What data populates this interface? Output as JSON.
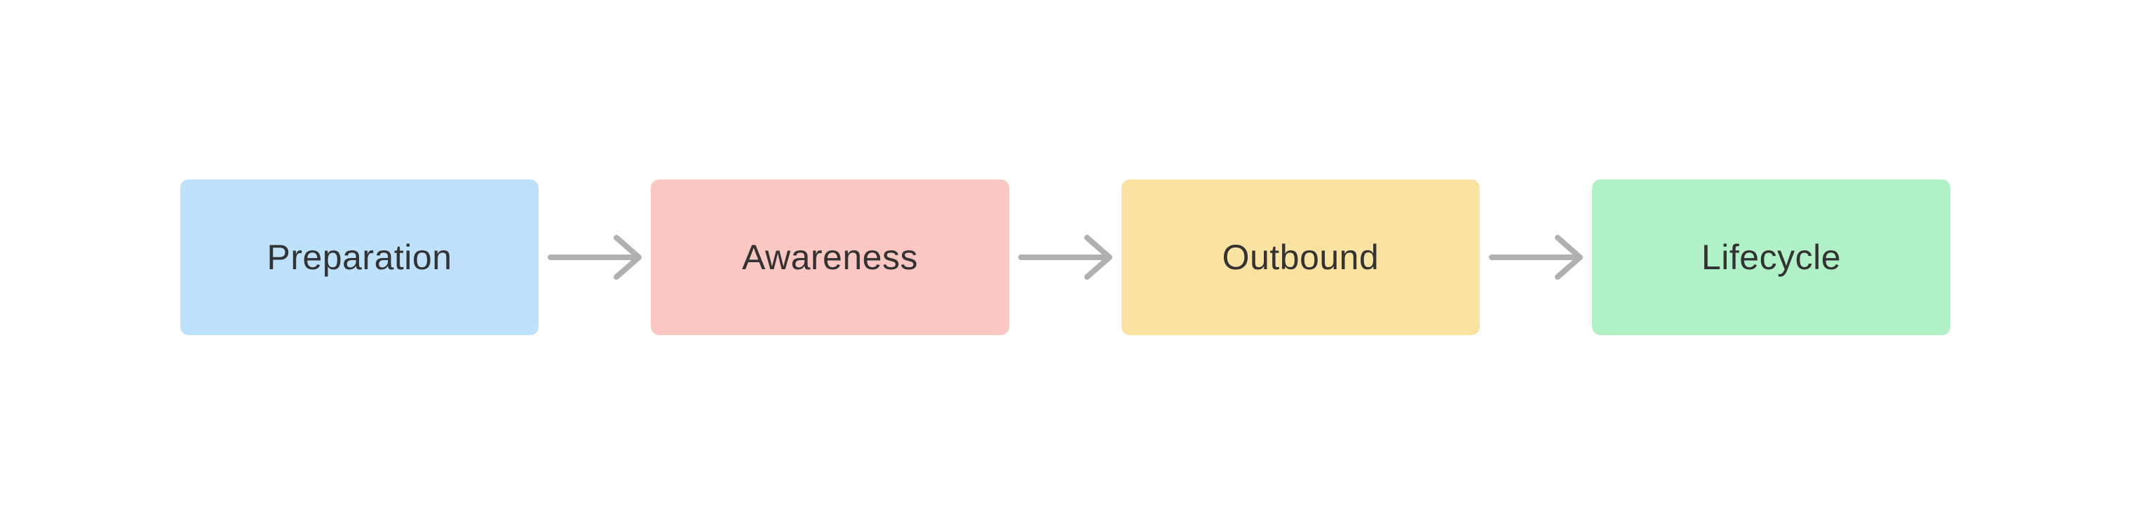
{
  "diagram": {
    "type": "flowchart-horizontal",
    "background": "#FFFFFF",
    "text_color": "#333333",
    "nodes": [
      {
        "id": "preparation",
        "label": "Preparation",
        "fill": "#BEE2FB"
      },
      {
        "id": "awareness",
        "label": "Awareness",
        "fill": "#FBC7C2"
      },
      {
        "id": "outbound",
        "label": "Outbound",
        "fill": "#FAE2A1"
      },
      {
        "id": "lifecycle",
        "label": "Lifecycle",
        "fill": "#B0F1C7"
      }
    ],
    "edges": [
      {
        "from": "Preparation",
        "to": "Awareness",
        "style": "arrow-right"
      },
      {
        "from": "Awareness",
        "to": "Outbound",
        "style": "arrow-right"
      },
      {
        "from": "Outbound",
        "to": "Lifecycle",
        "style": "arrow-right"
      }
    ],
    "connector": {
      "color": "#B0B0B0",
      "stroke_width": 8,
      "head": "open-chevron"
    }
  }
}
